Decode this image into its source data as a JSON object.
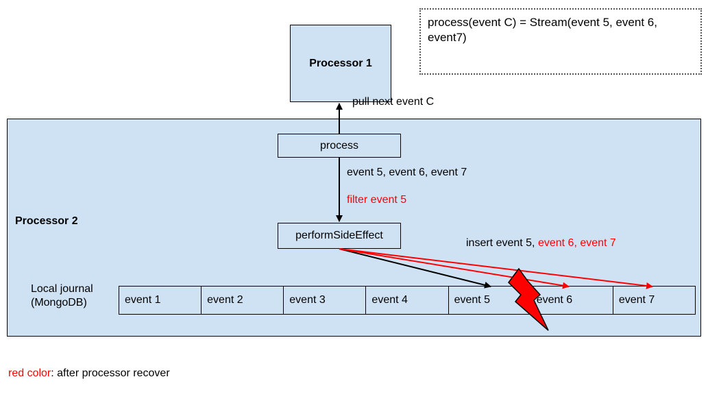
{
  "note": {
    "text": "process(event C) = Stream(event 5, event 6, event7)"
  },
  "processor1": {
    "label": "Processor 1"
  },
  "processor2": {
    "label": "Processor 2"
  },
  "edge_pull": {
    "label": "pull next event C"
  },
  "process_box": {
    "label": "process"
  },
  "edge_events": {
    "label": "event 5, event 6, event 7"
  },
  "edge_filter": {
    "label": "filter event 5"
  },
  "side_effect_box": {
    "label": "performSideEffect"
  },
  "insert_label": {
    "black": "insert event 5, ",
    "red": "event 6, event 7"
  },
  "journal": {
    "label_line1": "Local journal",
    "label_line2": "(MongoDB)",
    "cells": [
      "event 1",
      "event 2",
      "event 3",
      "event 4",
      "event 5",
      "event 6",
      "event 7"
    ]
  },
  "legend": {
    "red_part": "red color",
    "rest": ": after processor recover"
  },
  "colors": {
    "box_fill": "#cfe2f3",
    "accent_red": "#ff0000"
  },
  "icons": {
    "failure": "lightning-bolt-icon"
  }
}
